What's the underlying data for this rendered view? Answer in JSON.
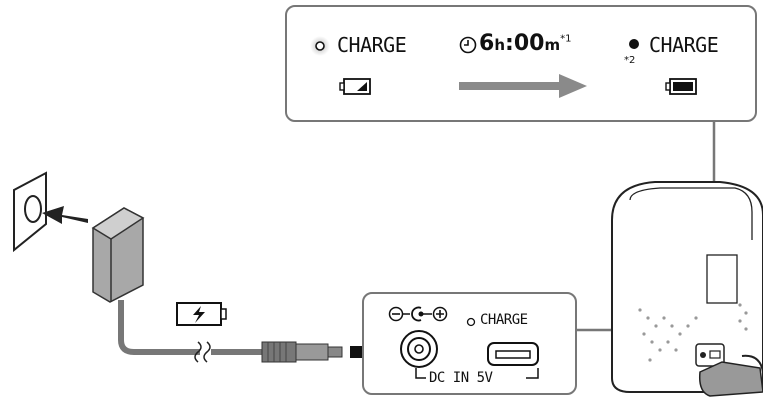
{
  "status_panel": {
    "before_label": "CHARGE",
    "time_value": "6",
    "time_h_unit": "h",
    "time_colon": ":",
    "time_minutes": "00",
    "time_m_unit": "m",
    "time_note": "*1",
    "after_note": "*2",
    "after_label": "CHARGE"
  },
  "port_panel": {
    "charge_label": "CHARGE",
    "dc_in_label": "DC IN 5V"
  },
  "colors": {
    "line": "#777777",
    "arrow": "#8a8a8a",
    "dark": "#1a1a1a",
    "adapter": "#a8a8a8"
  }
}
